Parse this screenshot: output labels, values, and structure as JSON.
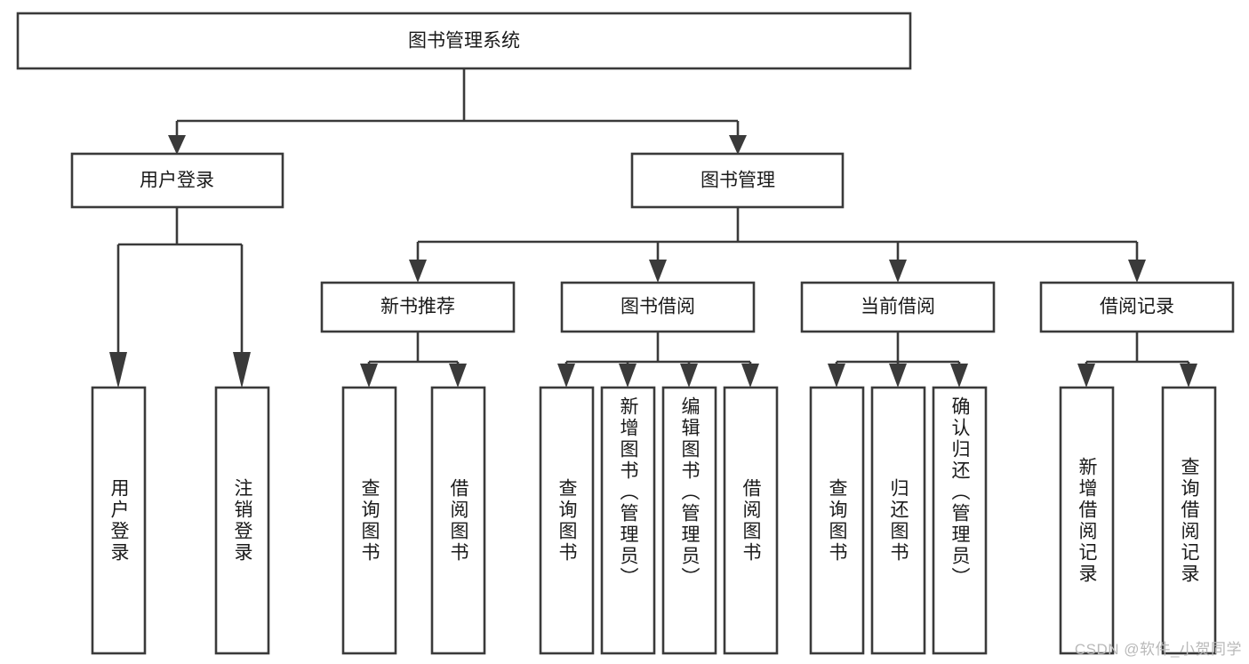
{
  "page": {
    "title": "图书管理系统功能结构图",
    "background_color": "#ffffff",
    "line_color": "#3a3a3a",
    "text_color": "#1a1a1a",
    "watermark": "CSDN @软件_小贺同学",
    "watermark_color": "#b9b9b9"
  },
  "chart_data": {
    "type": "diagram",
    "diagram_kind": "tree",
    "title": "图书管理系统",
    "orientation": "top-down",
    "levels": 4,
    "nodes": [
      {
        "id": "root",
        "label": "图书管理系统",
        "level": 0,
        "parent": null,
        "orientation": "horizontal"
      },
      {
        "id": "n-user-login",
        "label": "用户登录",
        "level": 1,
        "parent": "root",
        "orientation": "horizontal"
      },
      {
        "id": "n-book-mgmt",
        "label": "图书管理",
        "level": 1,
        "parent": "root",
        "orientation": "horizontal"
      },
      {
        "id": "n-new-book-rec",
        "label": "新书推荐",
        "level": 2,
        "parent": "n-book-mgmt",
        "orientation": "horizontal"
      },
      {
        "id": "n-book-borrow",
        "label": "图书借阅",
        "level": 2,
        "parent": "n-book-mgmt",
        "orientation": "horizontal"
      },
      {
        "id": "n-current-borrow",
        "label": "当前借阅",
        "level": 2,
        "parent": "n-book-mgmt",
        "orientation": "horizontal"
      },
      {
        "id": "n-borrow-record",
        "label": "借阅记录",
        "level": 2,
        "parent": "n-book-mgmt",
        "orientation": "horizontal"
      },
      {
        "id": "l-user-login",
        "label": "用户登录",
        "level": 2,
        "parent": "n-user-login",
        "orientation": "vertical"
      },
      {
        "id": "l-user-logout",
        "label": "注销登录",
        "level": 2,
        "parent": "n-user-login",
        "orientation": "vertical"
      },
      {
        "id": "l-rec-query",
        "label": "查询图书",
        "level": 3,
        "parent": "n-new-book-rec",
        "orientation": "vertical"
      },
      {
        "id": "l-rec-borrow",
        "label": "借阅图书",
        "level": 3,
        "parent": "n-new-book-rec",
        "orientation": "vertical"
      },
      {
        "id": "l-borrow-query",
        "label": "查询图书",
        "level": 3,
        "parent": "n-book-borrow",
        "orientation": "vertical"
      },
      {
        "id": "l-borrow-add",
        "label": "新增图书（管理员）",
        "level": 3,
        "parent": "n-book-borrow",
        "orientation": "vertical"
      },
      {
        "id": "l-borrow-edit",
        "label": "编辑图书（管理员）",
        "level": 3,
        "parent": "n-book-borrow",
        "orientation": "vertical"
      },
      {
        "id": "l-borrow-do",
        "label": "借阅图书",
        "level": 3,
        "parent": "n-book-borrow",
        "orientation": "vertical"
      },
      {
        "id": "l-cur-query",
        "label": "查询图书",
        "level": 3,
        "parent": "n-current-borrow",
        "orientation": "vertical"
      },
      {
        "id": "l-cur-return",
        "label": "归还图书",
        "level": 3,
        "parent": "n-current-borrow",
        "orientation": "vertical"
      },
      {
        "id": "l-cur-confirm",
        "label": "确认归还（管理员）",
        "level": 3,
        "parent": "n-current-borrow",
        "orientation": "vertical"
      },
      {
        "id": "l-rec-add",
        "label": "新增借阅记录",
        "level": 3,
        "parent": "n-borrow-record",
        "orientation": "vertical"
      },
      {
        "id": "l-rec-query2",
        "label": "查询借阅记录",
        "level": 3,
        "parent": "n-borrow-record",
        "orientation": "vertical"
      }
    ],
    "edges": [
      {
        "from": "root",
        "to": "n-user-login"
      },
      {
        "from": "root",
        "to": "n-book-mgmt"
      },
      {
        "from": "n-user-login",
        "to": "l-user-login"
      },
      {
        "from": "n-user-login",
        "to": "l-user-logout"
      },
      {
        "from": "n-book-mgmt",
        "to": "n-new-book-rec"
      },
      {
        "from": "n-book-mgmt",
        "to": "n-book-borrow"
      },
      {
        "from": "n-book-mgmt",
        "to": "n-current-borrow"
      },
      {
        "from": "n-book-mgmt",
        "to": "n-borrow-record"
      },
      {
        "from": "n-new-book-rec",
        "to": "l-rec-query"
      },
      {
        "from": "n-new-book-rec",
        "to": "l-rec-borrow"
      },
      {
        "from": "n-book-borrow",
        "to": "l-borrow-query"
      },
      {
        "from": "n-book-borrow",
        "to": "l-borrow-add"
      },
      {
        "from": "n-book-borrow",
        "to": "l-borrow-edit"
      },
      {
        "from": "n-book-borrow",
        "to": "l-borrow-do"
      },
      {
        "from": "n-current-borrow",
        "to": "l-cur-query"
      },
      {
        "from": "n-current-borrow",
        "to": "l-cur-return"
      },
      {
        "from": "n-current-borrow",
        "to": "l-cur-confirm"
      },
      {
        "from": "n-borrow-record",
        "to": "l-rec-add"
      },
      {
        "from": "n-borrow-record",
        "to": "l-rec-query2"
      }
    ]
  },
  "labels": {
    "root": "图书管理系统",
    "user_login": "用户登录",
    "book_mgmt": "图书管理",
    "new_book_rec": "新书推荐",
    "book_borrow": "图书借阅",
    "current_borrow": "当前借阅",
    "borrow_record": "借阅记录",
    "leaf_user_login": "用户登录",
    "leaf_user_logout": "注销登录",
    "leaf_rec_query": "查询图书",
    "leaf_rec_borrow": "借阅图书",
    "leaf_borrow_query": "查询图书",
    "leaf_borrow_add": "新增图书（管理员）",
    "leaf_borrow_edit": "编辑图书（管理员）",
    "leaf_borrow_do": "借阅图书",
    "leaf_cur_query": "查询图书",
    "leaf_cur_return": "归还图书",
    "leaf_cur_confirm": "确认归还（管理员）",
    "leaf_record_add": "新增借阅记录",
    "leaf_record_query": "查询借阅记录"
  }
}
